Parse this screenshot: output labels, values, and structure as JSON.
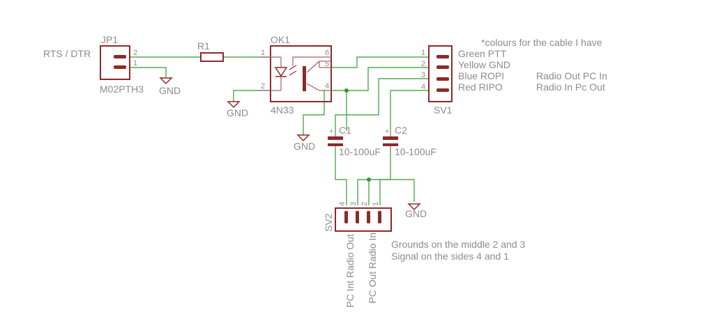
{
  "note": "*colours for the cable I have",
  "jp1": {
    "name": "JP1",
    "value": "M02PTH3",
    "signal": "RTS / DTR",
    "pin2": "2",
    "pin1": "1",
    "gnd": "GND"
  },
  "r1": {
    "name": "R1"
  },
  "ok1": {
    "name": "OK1",
    "value": "4N33",
    "pins": [
      "1",
      "2",
      "4",
      "5",
      "6"
    ],
    "gnd": "GND"
  },
  "sv1": {
    "name": "SV1",
    "pins": [
      "1",
      "2",
      "3",
      "4"
    ],
    "cable": [
      {
        "label": "Green PTT",
        "note": ""
      },
      {
        "label": "Yellow GND",
        "note": ""
      },
      {
        "label": "Blue ROPI",
        "note": "Radio Out PC In"
      },
      {
        "label": "Red RIPO",
        "note": "Radio In Pc Out"
      }
    ]
  },
  "gnd_mid": "GND",
  "c1": {
    "name": "C1",
    "value": "10-100uF",
    "plus": "+"
  },
  "c2": {
    "name": "C2",
    "value": "10-100uF",
    "plus": "+"
  },
  "sv2": {
    "name": "SV2",
    "pins": [
      "4",
      "3",
      "2",
      "1"
    ],
    "left_label": "PC Int Radio Out",
    "right_label": "PC Out Radio In",
    "gnd": "GND"
  },
  "notes": [
    "Grounds on the middle 2 and 3",
    "Signal on the sides  4 and 1"
  ]
}
